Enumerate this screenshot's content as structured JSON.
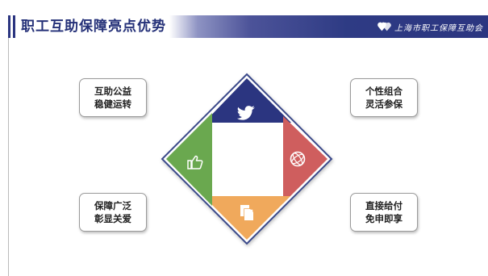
{
  "header": {
    "title": "职工互助保障亮点优势",
    "logo_text": "上海市职工保障互助会",
    "accent_color": "#2b3580"
  },
  "diagram": {
    "segments": [
      {
        "position": "top",
        "color": "#2b3580",
        "icon": "twitter-bird-icon"
      },
      {
        "position": "right",
        "color": "#cf5e5e",
        "icon": "globe-icon"
      },
      {
        "position": "bottom",
        "color": "#f0a95c",
        "icon": "copy-document-icon"
      },
      {
        "position": "left",
        "color": "#6aa84f",
        "icon": "thumbs-up-icon"
      }
    ],
    "callouts": [
      {
        "line1": "互助公益",
        "line2": "稳健运转"
      },
      {
        "line1": "个性组合",
        "line2": "灵活参保"
      },
      {
        "line1": "保障广泛",
        "line2": "彰显关爱"
      },
      {
        "line1": "直接给付",
        "line2": "免申即享"
      }
    ]
  }
}
